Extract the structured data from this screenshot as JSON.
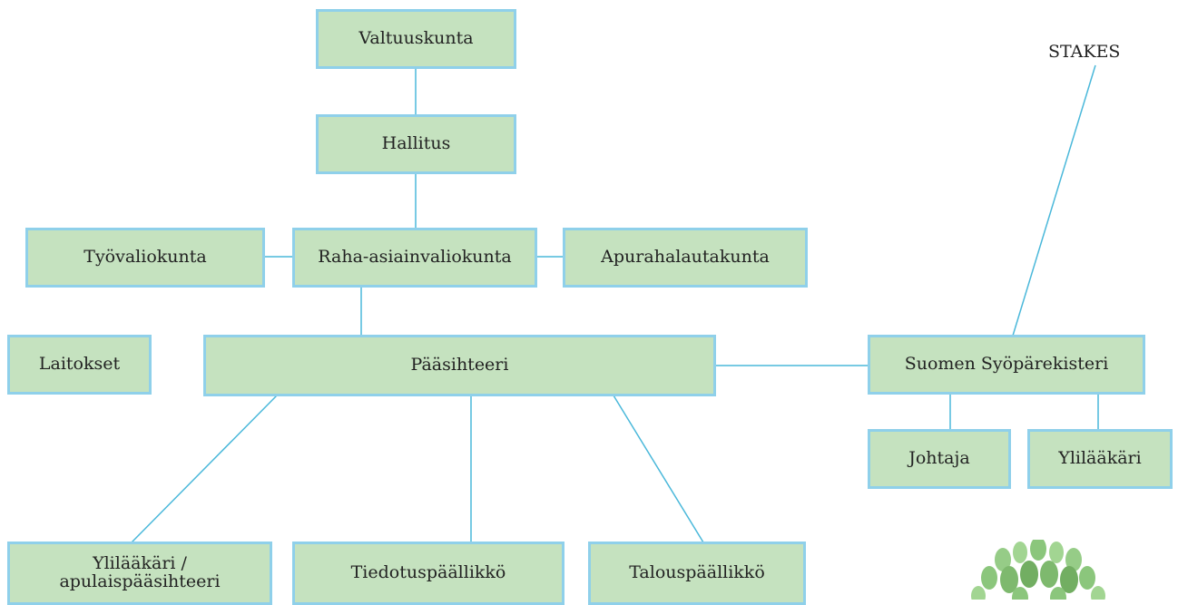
{
  "org_chart": {
    "valtuuskunta": "Valtuuskunta",
    "hallitus": "Hallitus",
    "tyovaliokunta": "Työvaliokunta",
    "raha_asiainvaliokunta": "Raha-asiainvaliokunta",
    "apurahalautakunta": "Apurahalautakunta",
    "laitokset": "Laitokset",
    "paasihteeri": "Pääsihteeri",
    "suomen_syoparekisteri": "Suomen Syöpärekisteri",
    "johtaja": "Johtaja",
    "ylilaakari_registry": "Ylilääkäri",
    "ylilaakari_apulais_line1": "Ylilääkäri /",
    "ylilaakari_apulais_line2": "apulaispääsihteeri",
    "tiedotuspaallikko": "Tiedotuspäällikkö",
    "talouspaallikko": "Talouspäällikkö",
    "stakes": "STAKES"
  },
  "colors": {
    "box_fill": "#c5e2bf",
    "box_border": "#8fd0ea",
    "connector": "#4ab8da",
    "logo_green": "#5fa84a"
  },
  "icons": {
    "logo": "leaf-cluster-logo"
  }
}
